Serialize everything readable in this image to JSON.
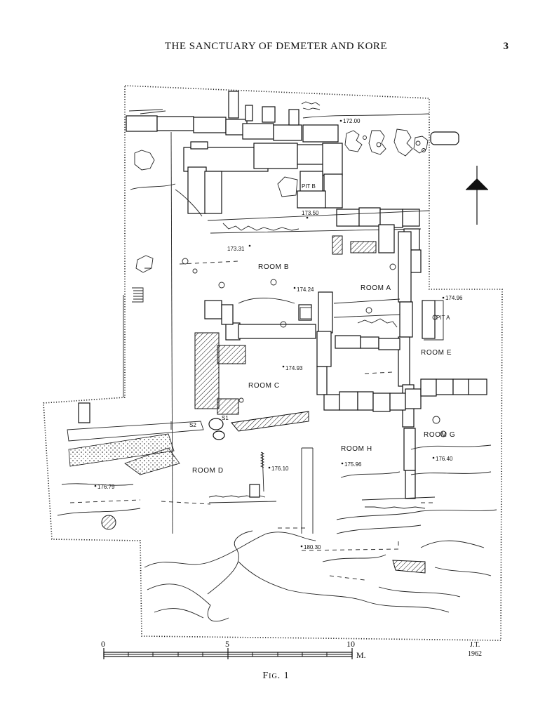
{
  "header": {
    "running_title": "THE SANCTUARY OF DEMETER AND KORE",
    "page_number": "3"
  },
  "plan": {
    "rooms": {
      "room_a": "ROOM A",
      "room_b": "ROOM B",
      "room_c": "ROOM C",
      "room_d": "ROOM D",
      "room_e": "ROOM E",
      "room_g": "ROOM G",
      "room_h": "ROOM H"
    },
    "pits": {
      "pit_a": "PIT A",
      "pit_b": "PIT B"
    },
    "markers": {
      "s1": "S1",
      "s2": "S2"
    },
    "elevations": {
      "e172_00": "172.00",
      "e173_50": "173.50",
      "e173_31": "173.31",
      "e174_24": "174.24",
      "e174_96": "174.96",
      "e174_93": "174.93",
      "e176_10": "176.10",
      "e175_96": "175.96",
      "e176_40": "176.40",
      "e176_79": "176.79",
      "e180_30": "180.30"
    }
  },
  "scale_bar": {
    "tick_0": "0",
    "tick_5": "5",
    "tick_10": "10",
    "unit": "M."
  },
  "signature": {
    "initials": "J.T.",
    "year": "1962"
  },
  "caption": "Fig. 1"
}
